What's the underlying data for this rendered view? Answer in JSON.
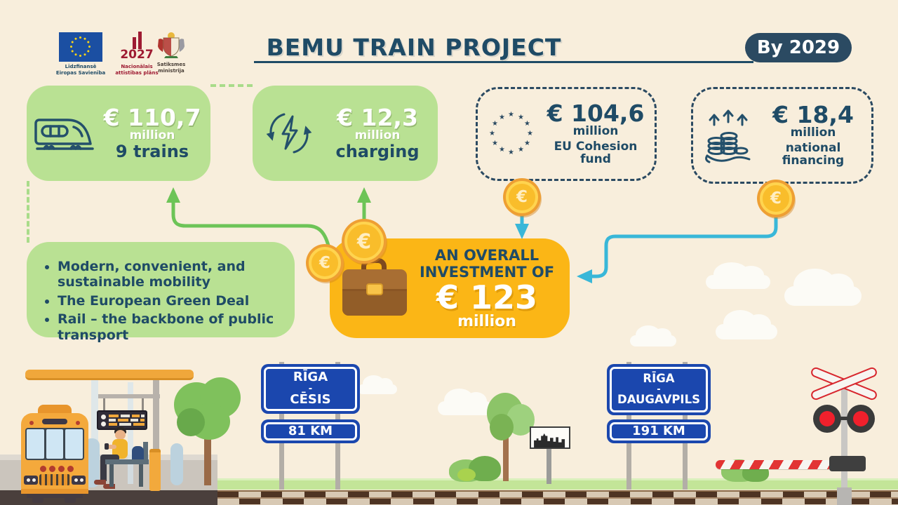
{
  "header": {
    "title": "BEMU TRAIN PROJECT",
    "badge": "By 2029",
    "logos": {
      "eu_caption1": "Līdzfinansē",
      "eu_caption2": "Eiropas Savienība",
      "ndp_year": "2027",
      "ndp_caption1": "Nacionālais",
      "ndp_caption2": "attīstības plāns",
      "ministry_caption": "Satiksmes ministrija"
    }
  },
  "funding_cards": [
    {
      "amount": "€ 110,7",
      "unit": "million",
      "label": "9 trains",
      "icon": "train-icon"
    },
    {
      "amount": "€ 12,3",
      "unit": "million",
      "label": "charging",
      "icon": "charging-icon"
    },
    {
      "amount": "€ 104,6",
      "unit": "million",
      "label": "EU Cohesion fund",
      "icon": "eu-stars-icon"
    },
    {
      "amount": "€ 18,4",
      "unit": "million",
      "label": "national financing",
      "icon": "coins-hand-icon"
    }
  ],
  "benefits": [
    "Modern, convenient, and sustainable mobility",
    "The European Green Deal",
    "Rail – the backbone of public transport"
  ],
  "investment": {
    "heading": "AN OVERALL INVESTMENT OF",
    "amount": "€ 123",
    "unit": "million"
  },
  "routes": [
    {
      "from": "RĪGA",
      "separator": "-",
      "to": "CĒSIS",
      "distance": "81 KM"
    },
    {
      "from": "RĪGA",
      "separator": "-",
      "to": "DAUGAVPILS",
      "distance": "191 KM"
    }
  ],
  "icons": {
    "coin_symbol": "€",
    "star": "★"
  },
  "colors": {
    "background": "#f8eedc",
    "navy": "#1f4b66",
    "card_green": "#b9e193",
    "investment_orange": "#fbb616",
    "arrow_green": "#6dc457",
    "arrow_cyan": "#39b7d8",
    "sign_blue": "#1b47ae",
    "badge_navy": "#2b4a62",
    "coin_gold": "#f9bd2b"
  }
}
